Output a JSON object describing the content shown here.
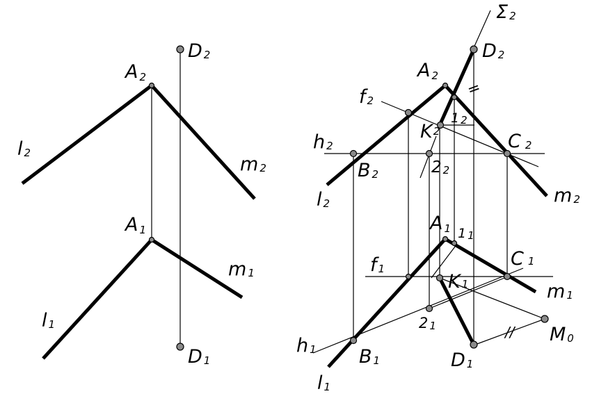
{
  "labels": {
    "left": {
      "A2": {
        "main": "A",
        "sub": "2"
      },
      "D2": {
        "main": "D",
        "sub": "2"
      },
      "l2": {
        "main": "l",
        "sub": "2"
      },
      "m2": {
        "main": "m",
        "sub": "2"
      },
      "A1": {
        "main": "A",
        "sub": "1"
      },
      "m1": {
        "main": "m",
        "sub": "1"
      },
      "l1": {
        "main": "l",
        "sub": "1"
      },
      "D1": {
        "main": "D",
        "sub": "1"
      }
    },
    "right": {
      "Sigma2": {
        "main": "Σ",
        "sub": "2"
      },
      "D2": {
        "main": "D",
        "sub": "2"
      },
      "A2": {
        "main": "A",
        "sub": "2"
      },
      "f2": {
        "main": "f",
        "sub": "2"
      },
      "one2": {
        "main": "1",
        "sub": "2"
      },
      "K2": {
        "main": "K",
        "sub": "2"
      },
      "h2": {
        "main": "h",
        "sub": "2"
      },
      "C2": {
        "main": "C",
        "sub": "2"
      },
      "B2": {
        "main": "B",
        "sub": "2"
      },
      "two2": {
        "main": "2",
        "sub": "2"
      },
      "l2": {
        "main": "l",
        "sub": "2"
      },
      "m2": {
        "main": "m",
        "sub": "2"
      },
      "A1": {
        "main": "A",
        "sub": "1"
      },
      "one1": {
        "main": "1",
        "sub": "1"
      },
      "C1": {
        "main": "C",
        "sub": "1"
      },
      "f1": {
        "main": "f",
        "sub": "1"
      },
      "K1": {
        "main": "K",
        "sub": "1"
      },
      "m1": {
        "main": "m",
        "sub": "1"
      },
      "two1": {
        "main": "2",
        "sub": "1"
      },
      "M0": {
        "main": "M",
        "sub": "0"
      },
      "h1": {
        "main": "h",
        "sub": "1"
      },
      "B1": {
        "main": "B",
        "sub": "1"
      },
      "D1": {
        "main": "D",
        "sub": "1"
      },
      "l1": {
        "main": "l",
        "sub": "1"
      }
    }
  },
  "equal_mark_top": "=",
  "equal_mark_bottom": "//"
}
